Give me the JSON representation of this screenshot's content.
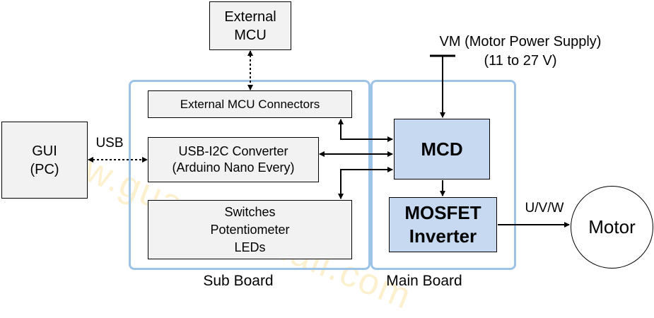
{
  "blocks": {
    "external_mcu": "External\nMCU",
    "gui": "GUI\n(PC)",
    "ext_connectors": "External MCU Connectors",
    "usb_i2c": "USB-I2C Converter\n(Arduino Nano Every)",
    "switches": "Switches\nPotentiometer\nLEDs",
    "mcd": "MCD",
    "mosfet": "MOSFET\nInverter",
    "motor": "Motor"
  },
  "labels": {
    "usb": "USB",
    "vm": "VM (Motor Power Supply)\n(11 to 27 V)",
    "uvw": "U/V/W",
    "sub_board": "Sub Board",
    "main_board": "Main Board"
  },
  "watermark": "www.guangdumall.com",
  "colors": {
    "board_border": "#9dc3e6",
    "block_fill": "#f2f2f2",
    "highlight_fill": "#c6d9f1",
    "watermark": "#f5c850"
  }
}
